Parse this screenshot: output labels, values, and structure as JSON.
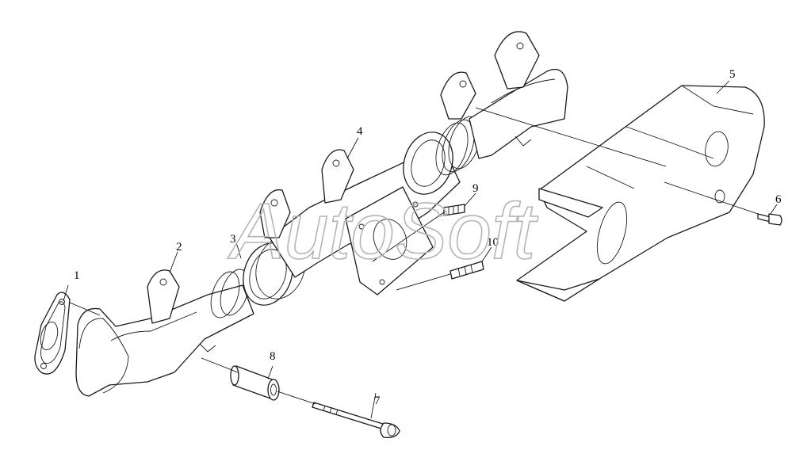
{
  "callouts": {
    "c1": "1",
    "c2": "2",
    "c3": "3",
    "c4": "4",
    "c5": "5",
    "c6": "6",
    "c7": "7",
    "c8": "8",
    "c9": "9",
    "c10": "10"
  },
  "watermark": "AutoSoft",
  "colors": {
    "line": "#1a1a1a",
    "background": "#ffffff",
    "watermark": "#b5b5b5"
  }
}
